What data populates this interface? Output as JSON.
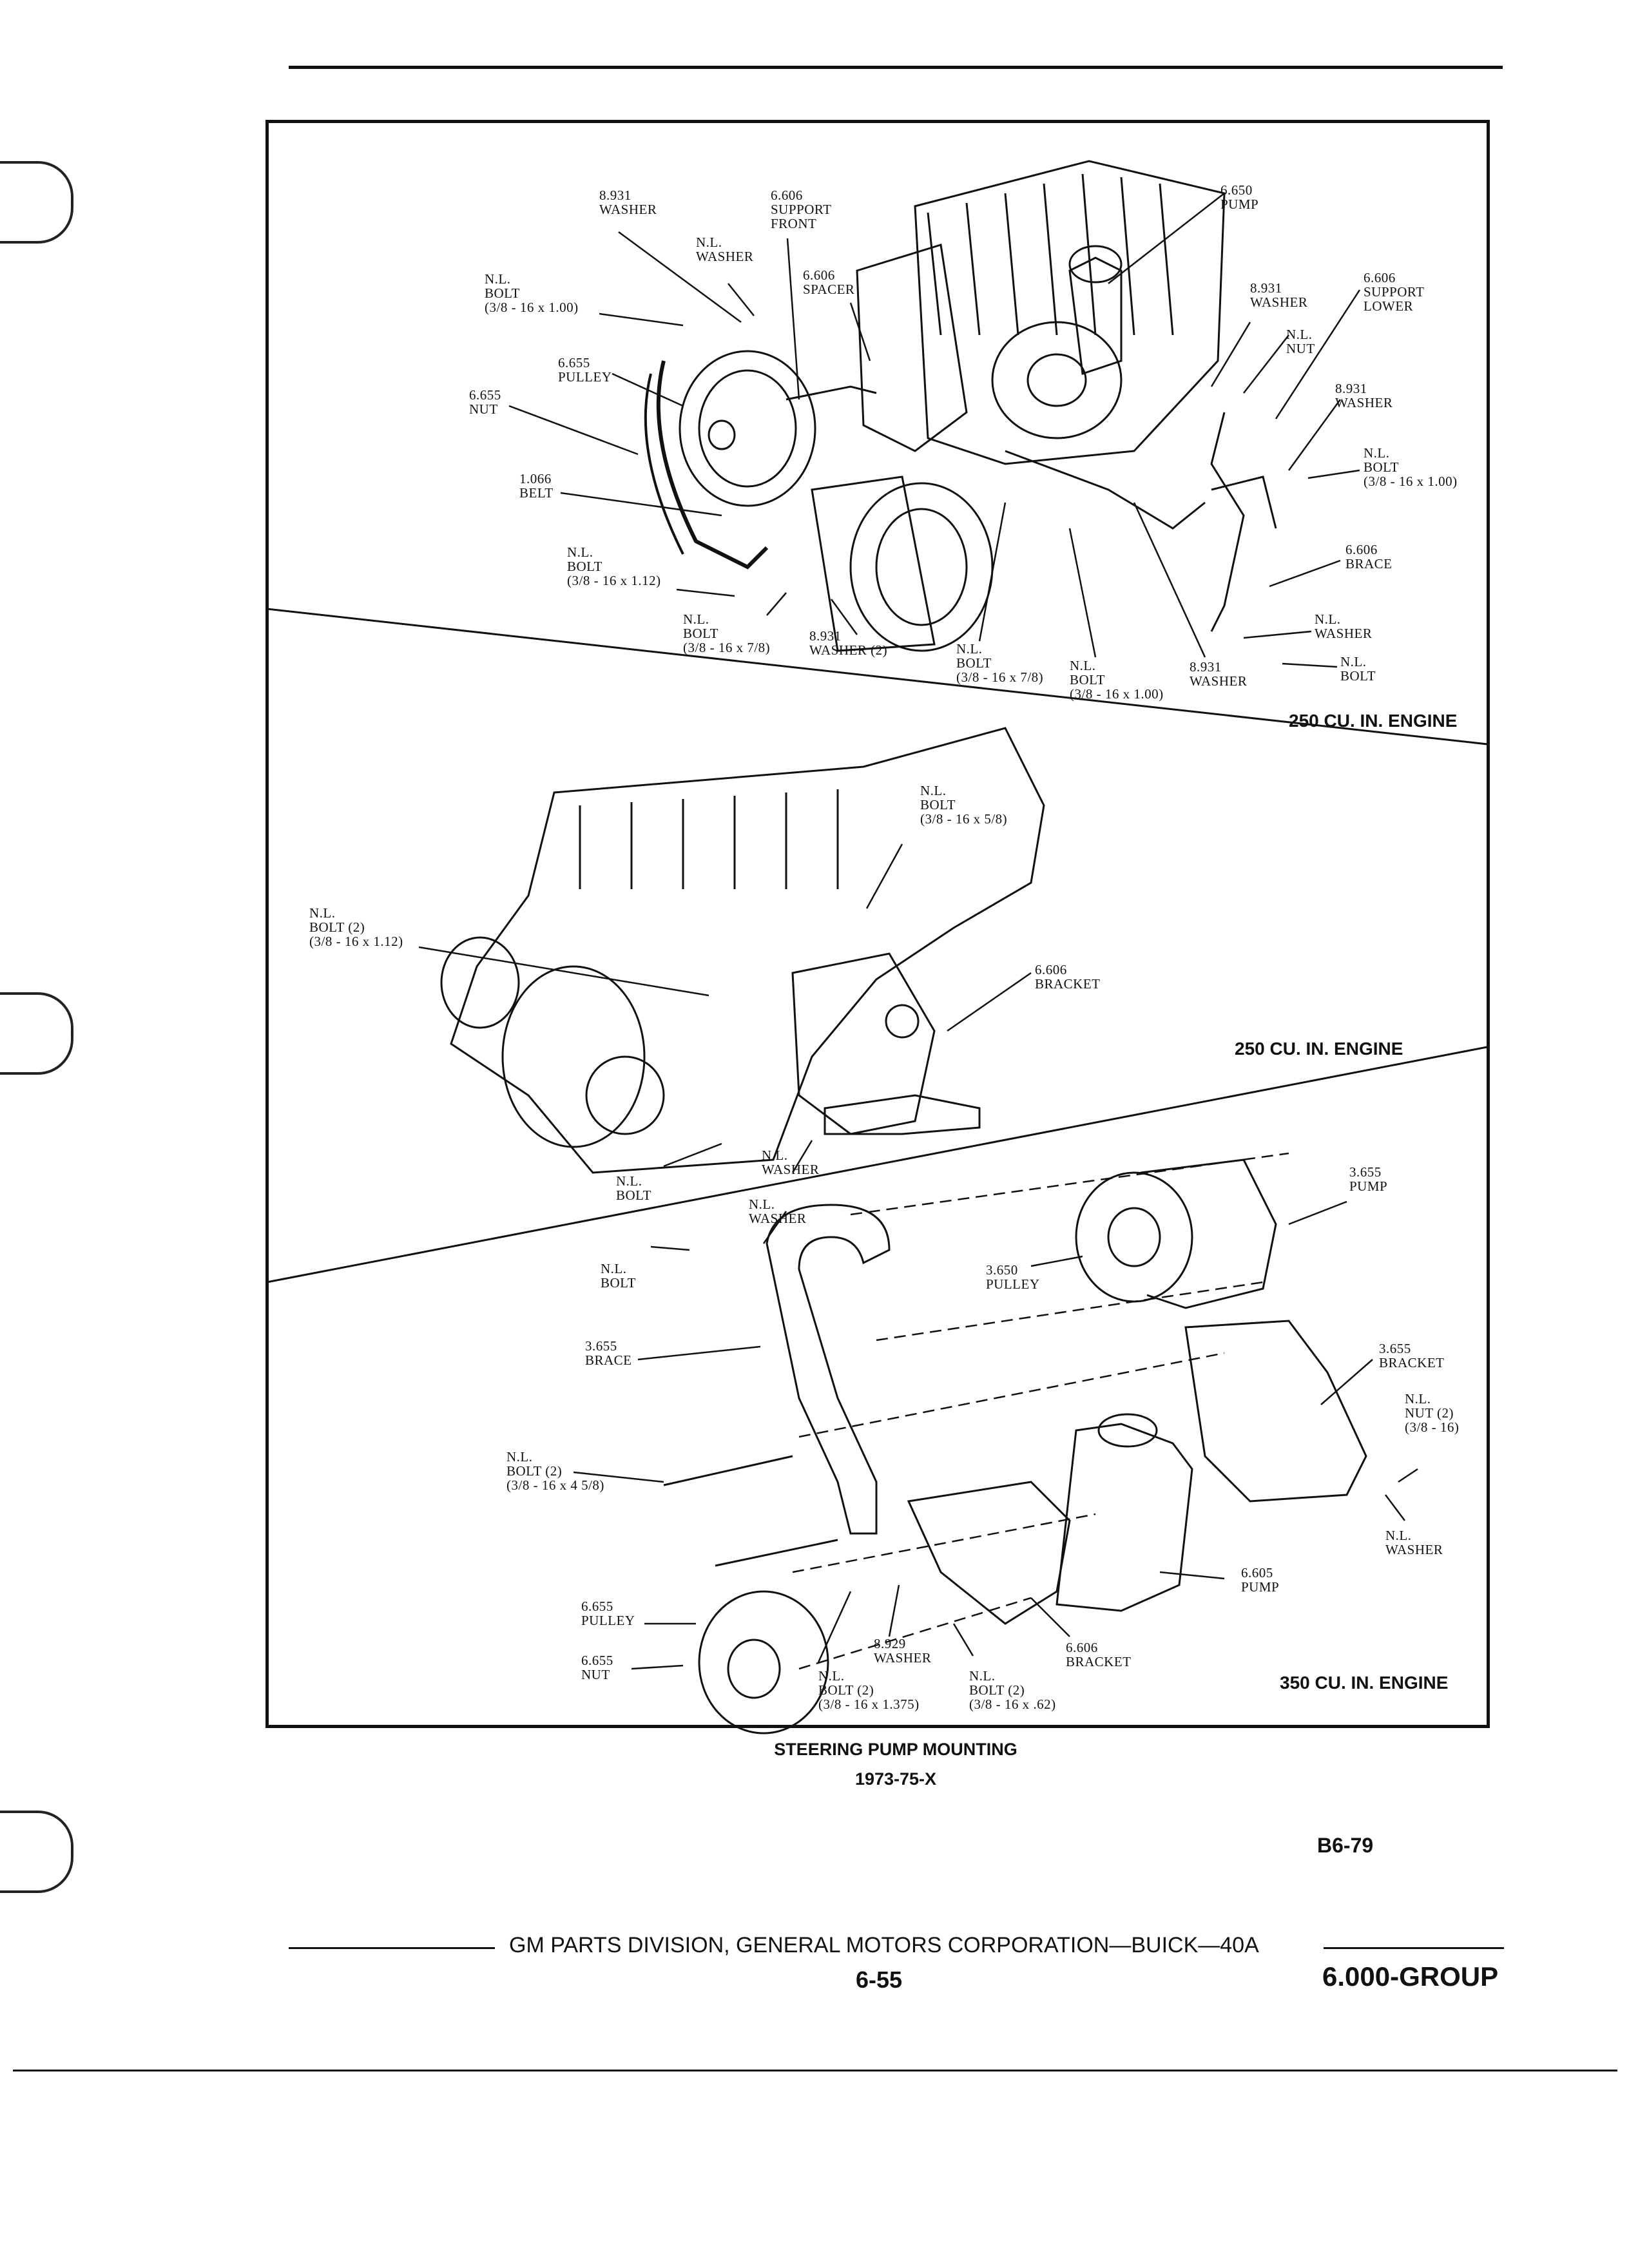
{
  "panels": [
    {
      "engine": "250 CU. IN. ENGINE",
      "labels": [
        {
          "lines": [
            "8.931",
            "WASHER"
          ]
        },
        {
          "lines": [
            "6.606",
            "SUPPORT",
            "FRONT"
          ]
        },
        {
          "lines": [
            "N.L.",
            "WASHER"
          ]
        },
        {
          "lines": [
            "6.606",
            "SPACER"
          ]
        },
        {
          "lines": [
            "N.L.",
            "BOLT",
            "(3/8 - 16 x 1.00)"
          ]
        },
        {
          "lines": [
            "6.655",
            "PULLEY"
          ]
        },
        {
          "lines": [
            "6.655",
            "NUT"
          ]
        },
        {
          "lines": [
            "1.066",
            "BELT"
          ]
        },
        {
          "lines": [
            "N.L.",
            "BOLT",
            "(3/8 - 16 x 1.12)"
          ]
        },
        {
          "lines": [
            "N.L.",
            "BOLT",
            "(3/8 - 16 x 7/8)"
          ]
        },
        {
          "lines": [
            "8.931",
            "WASHER (2)"
          ]
        },
        {
          "lines": [
            "N.L.",
            "BOLT",
            "(3/8 - 16 x 7/8)"
          ]
        },
        {
          "lines": [
            "N.L.",
            "BOLT",
            "(3/8 - 16 x 1.00)"
          ]
        },
        {
          "lines": [
            "8.931",
            "WASHER"
          ]
        },
        {
          "lines": [
            "6.650",
            "PUMP"
          ]
        },
        {
          "lines": [
            "8.931",
            "WASHER"
          ]
        },
        {
          "lines": [
            "N.L.",
            "NUT"
          ]
        },
        {
          "lines": [
            "6.606",
            "SUPPORT",
            "LOWER"
          ]
        },
        {
          "lines": [
            "8.931",
            "WASHER"
          ]
        },
        {
          "lines": [
            "N.L.",
            "BOLT",
            "(3/8 - 16 x 1.00)"
          ]
        },
        {
          "lines": [
            "6.606",
            "BRACE"
          ]
        },
        {
          "lines": [
            "N.L.",
            "WASHER"
          ]
        },
        {
          "lines": [
            "N.L.",
            "BOLT"
          ]
        }
      ]
    },
    {
      "engine": "250 CU. IN. ENGINE",
      "labels": [
        {
          "lines": [
            "N.L.",
            "BOLT",
            "(3/8 - 16 x 5/8)"
          ]
        },
        {
          "lines": [
            "N.L.",
            "BOLT (2)",
            "(3/8 - 16 x 1.12)"
          ]
        },
        {
          "lines": [
            "6.606",
            "BRACKET"
          ]
        },
        {
          "lines": [
            "N.L.",
            "WASHER"
          ]
        },
        {
          "lines": [
            "N.L.",
            "BOLT"
          ]
        }
      ]
    },
    {
      "engine": "350 CU. IN. ENGINE",
      "labels": [
        {
          "lines": [
            "N.L.",
            "WASHER"
          ]
        },
        {
          "lines": [
            "N.L.",
            "BOLT"
          ]
        },
        {
          "lines": [
            "3.655",
            "BRACE"
          ]
        },
        {
          "lines": [
            "3.650",
            "PULLEY"
          ]
        },
        {
          "lines": [
            "3.655",
            "PUMP"
          ]
        },
        {
          "lines": [
            "3.655",
            "BRACKET"
          ]
        },
        {
          "lines": [
            "N.L.",
            "NUT (2)",
            "(3/8 - 16)"
          ]
        },
        {
          "lines": [
            "N.L.",
            "WASHER"
          ]
        },
        {
          "lines": [
            "N.L.",
            "BOLT (2)",
            "(3/8 - 16 x 4 5/8)"
          ]
        },
        {
          "lines": [
            "6.605",
            "PUMP"
          ]
        },
        {
          "lines": [
            "6.655",
            "PULLEY"
          ]
        },
        {
          "lines": [
            "6.655",
            "NUT"
          ]
        },
        {
          "lines": [
            "8.929",
            "WASHER"
          ]
        },
        {
          "lines": [
            "N.L.",
            "BOLT (2)",
            "(3/8 - 16 x 1.375)"
          ]
        },
        {
          "lines": [
            "N.L.",
            "BOLT (2)",
            "(3/8 - 16 x .62)"
          ]
        },
        {
          "lines": [
            "6.606",
            "BRACKET"
          ]
        }
      ]
    }
  ],
  "caption": {
    "title": "STEERING PUMP MOUNTING",
    "subtitle": "1973-75-X"
  },
  "figure_code": "B6-79",
  "footer": {
    "publisher": "GM PARTS DIVISION, GENERAL MOTORS CORPORATION—BUICK—40A",
    "page": "6-55",
    "group": "6.000-GROUP"
  }
}
